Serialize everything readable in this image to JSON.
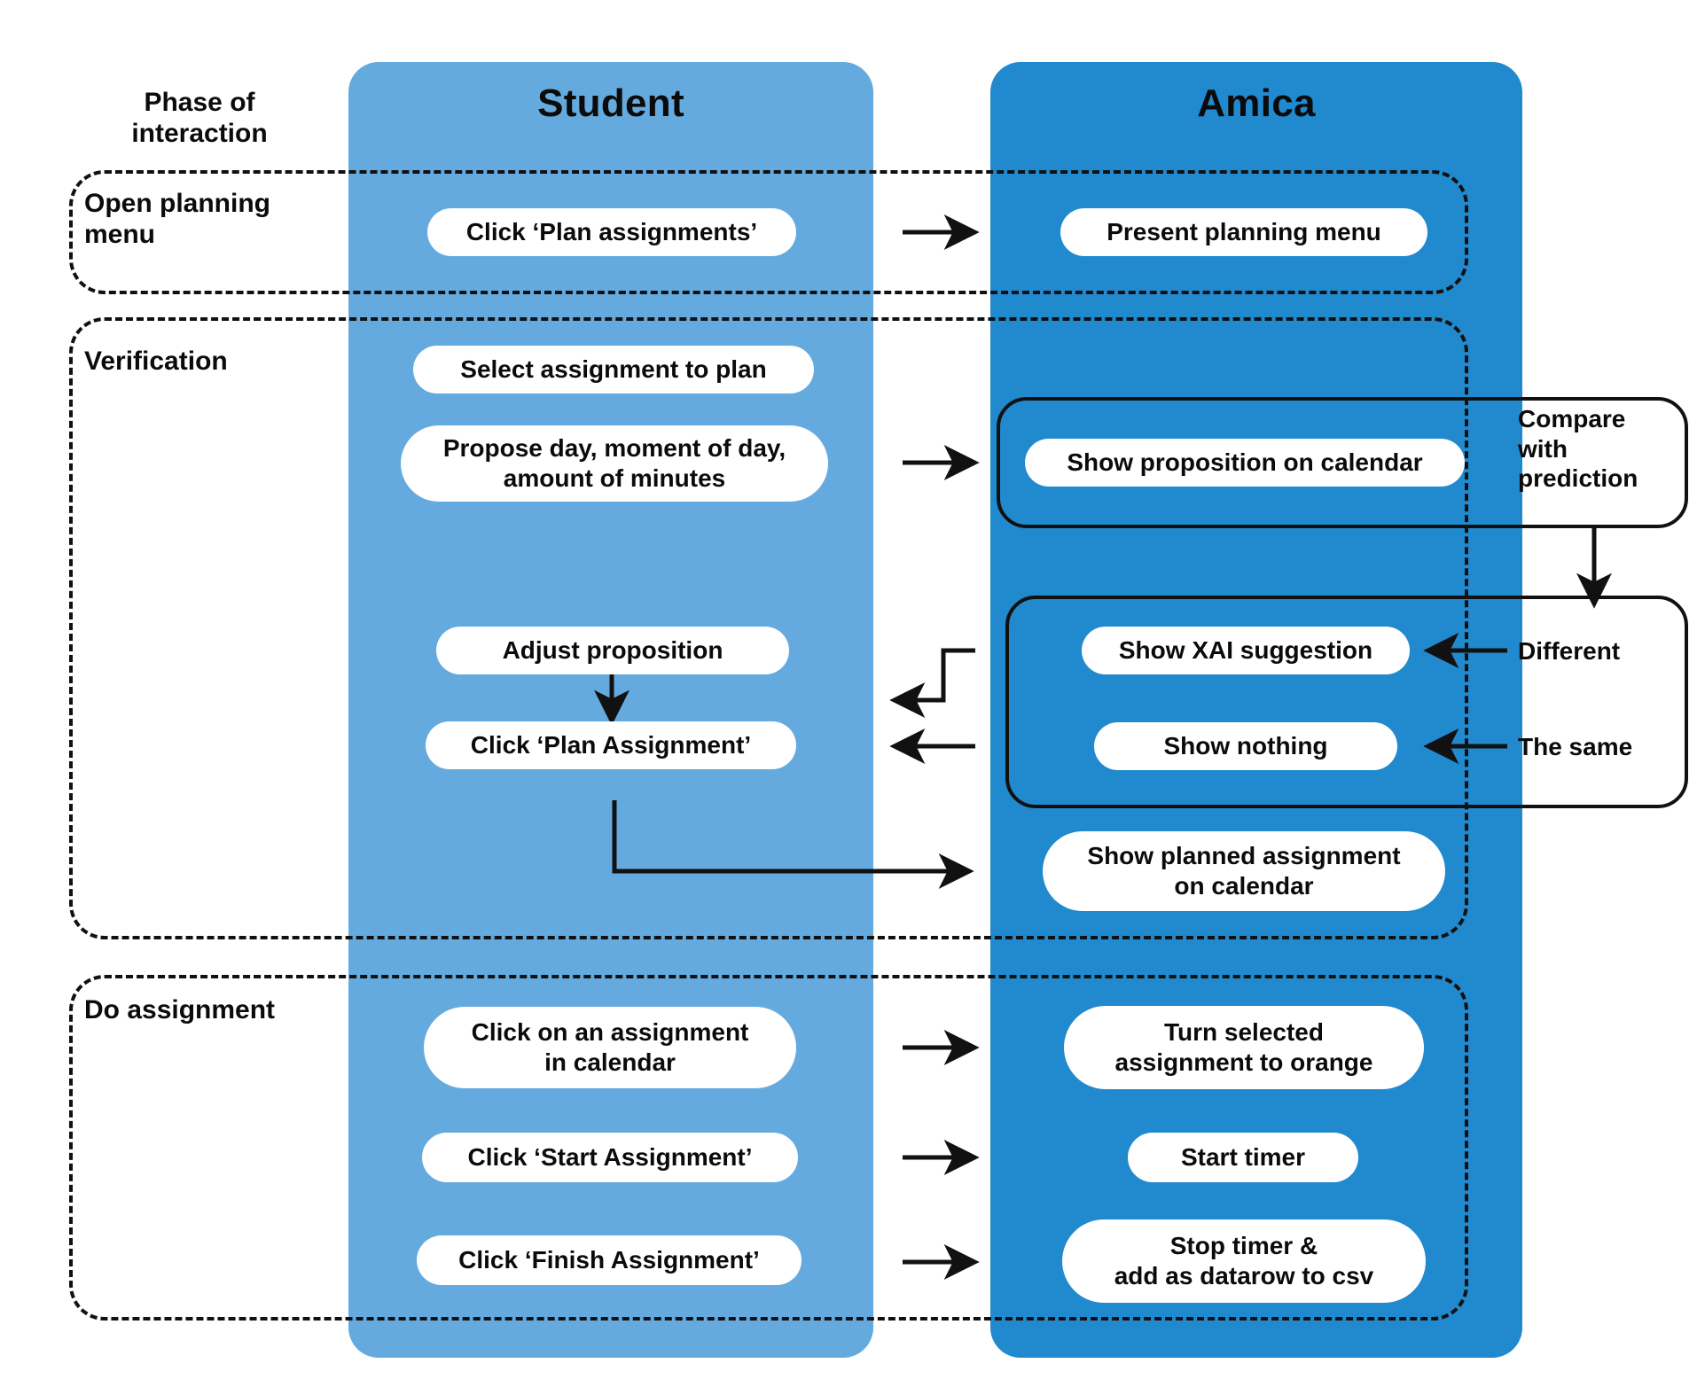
{
  "diagram": {
    "phase_column_header": "Phase of\ninteraction",
    "lanes": [
      {
        "id": "student",
        "title": "Student",
        "color": "#64aade"
      },
      {
        "id": "amica",
        "title": "Amica",
        "color": "#2189ce"
      }
    ],
    "phases": [
      {
        "id": "open-planning-menu",
        "label": "Open planning\nmenu"
      },
      {
        "id": "verification",
        "label": "Verification"
      },
      {
        "id": "do-assignment",
        "label": "Do assignment"
      }
    ],
    "nodes": {
      "click_plan_assignments": "Click ‘Plan assignments’",
      "present_planning_menu": "Present planning menu",
      "select_assignment_to_plan": "Select assignment to plan",
      "propose_day": "Propose day, moment of day,\namount of minutes",
      "show_proposition_on_calendar": "Show proposition on calendar",
      "adjust_proposition": "Adjust proposition",
      "click_plan_assignment": "Click ‘Plan Assignment’",
      "show_xai_suggestion": "Show XAI suggestion",
      "show_nothing": "Show nothing",
      "show_planned_assignment": "Show planned assignment\non calendar",
      "click_on_assignment_in_calendar": "Click on an assignment\nin calendar",
      "click_start_assignment": "Click ‘Start Assignment’",
      "click_finish_assignment": "Click ‘Finish Assignment’",
      "turn_selected_assignment_orange": "Turn selected\nassignment to orange",
      "start_timer": "Start timer",
      "stop_timer_add_datarow": "Stop timer &\nadd as datarow to csv"
    },
    "annotations": {
      "compare_with_prediction": "Compare\nwith\nprediction",
      "different": "Different",
      "the_same": "The same"
    },
    "colors": {
      "student_lane": "#64aade",
      "amica_lane": "#2189ce",
      "node_fill": "#ffffff",
      "stroke": "#111111",
      "background": "#ffffff"
    }
  }
}
